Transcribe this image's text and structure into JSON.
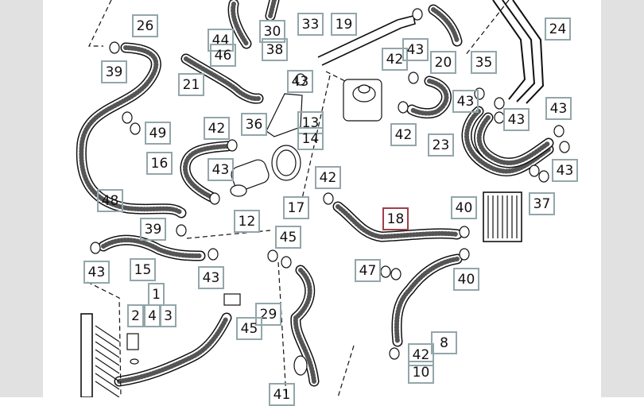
{
  "diagram": {
    "title": "Coolant hoses and connections exploded parts diagram",
    "selected_part": "18",
    "colors": {
      "label_border": "#93a6aa",
      "selected_border": "#a0404a",
      "gutter": "#e1e1e1"
    },
    "labels": [
      "26",
      "39",
      "21",
      "44",
      "46",
      "30",
      "33",
      "38",
      "19",
      "43",
      "49",
      "42",
      "36",
      "13",
      "14",
      "16",
      "43",
      "48",
      "12",
      "17",
      "42",
      "39",
      "45",
      "43",
      "15",
      "43",
      "1",
      "2",
      "4",
      "3",
      "29",
      "45",
      "41",
      "42",
      "43",
      "20",
      "35",
      "24",
      "42",
      "43",
      "43",
      "43",
      "23",
      "43",
      "37",
      "18",
      "40",
      "47",
      "40",
      "8",
      "42",
      "10"
    ]
  }
}
